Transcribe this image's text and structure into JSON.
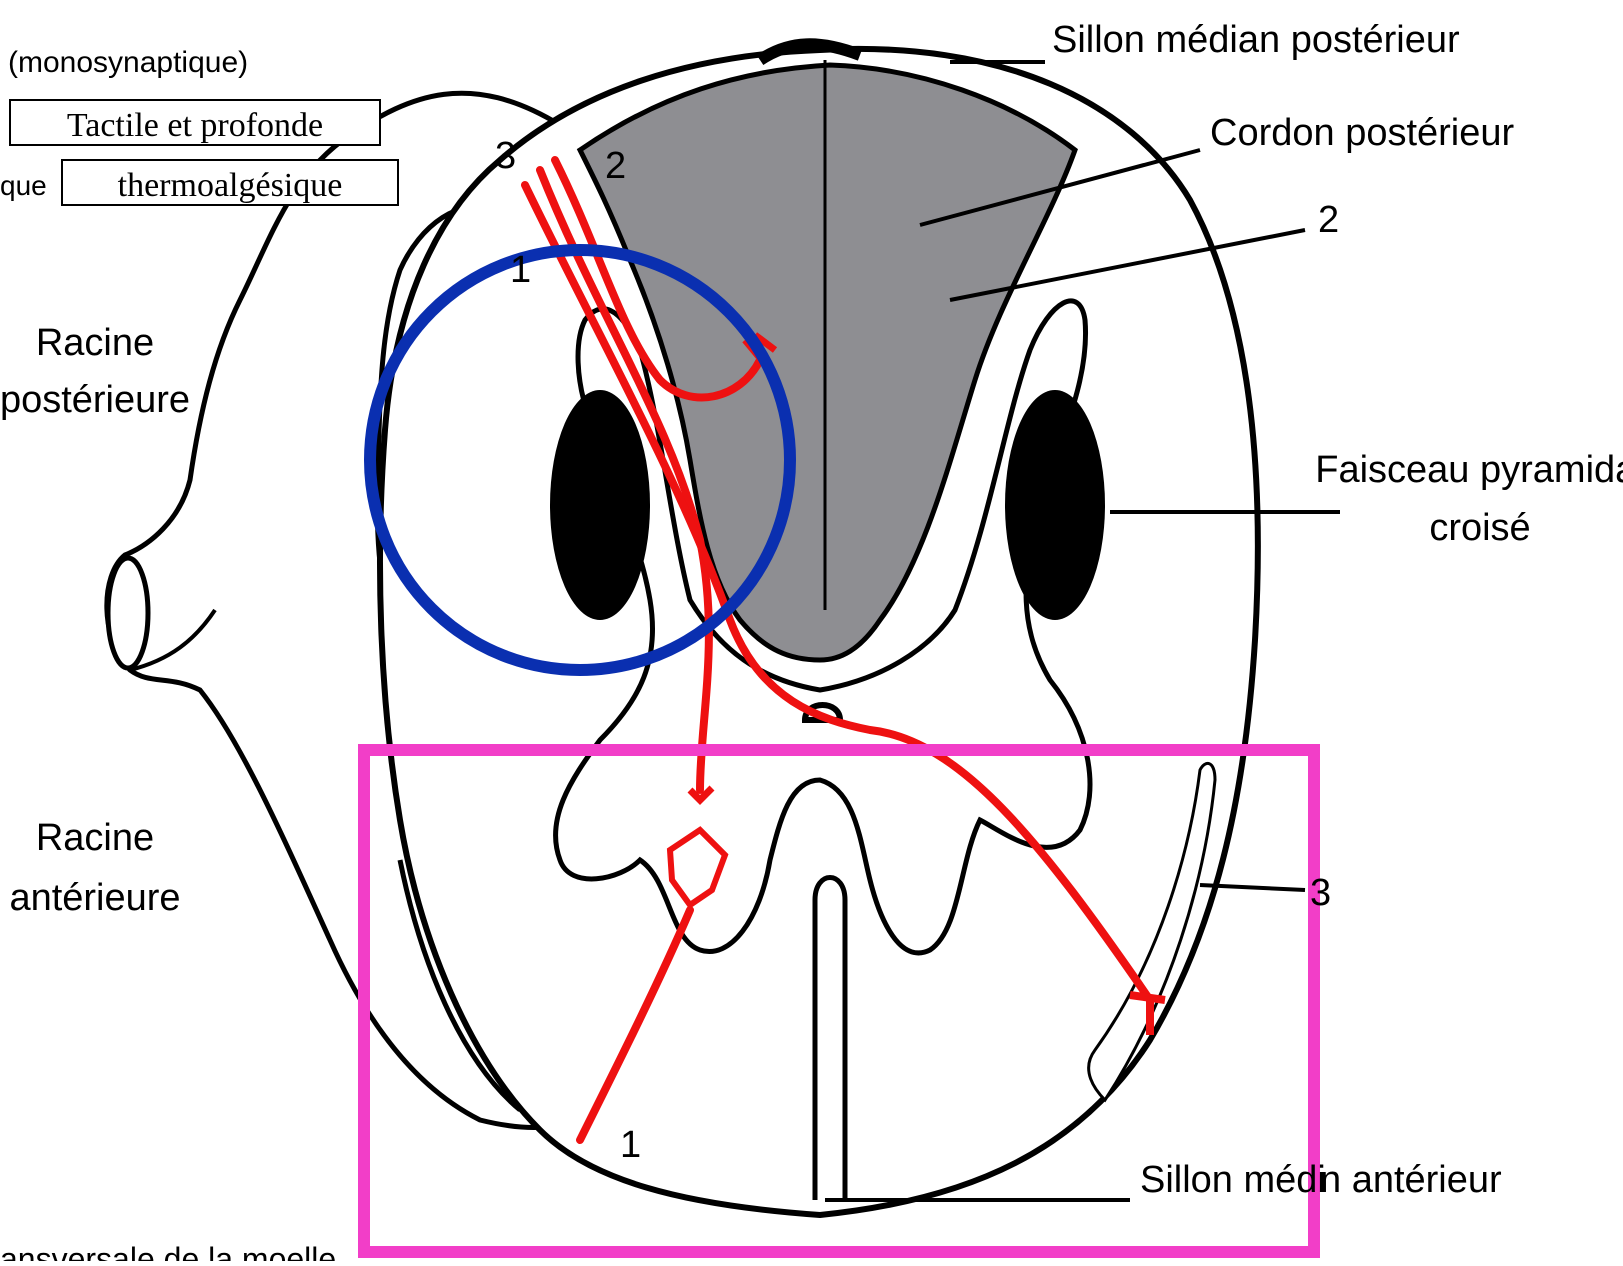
{
  "labels": {
    "monosynaptique": "(monosynaptique)",
    "que_fragment": "que",
    "racine_posterieure_line1": "Racine",
    "racine_posterieure_line2": "postérieure",
    "racine_anterieure_line1": "Racine",
    "racine_anterieure_line2": "antérieure",
    "sillon_median_posterieur": "Sillon médian postérieur",
    "cordon_posterieur": "Cordon postérieur",
    "num_2_right": "2",
    "faisceau_pyramidal_line1": "Faisceau pyramidal",
    "faisceau_pyramidal_line2": "croisé",
    "num_3_right": "3",
    "sillon_median_anterieur_part1": "Sillon médi",
    "sillon_median_anterieur_part2": "n antérieur",
    "bottom_caption_fragment": "ansversale de la moelle",
    "num_3_root": "3",
    "num_2_root": "2",
    "num_1_root": "1",
    "num_1_bottom": "1"
  },
  "boxes": {
    "tactile": "Tactile et profonde",
    "thermo": "thermoalgésique"
  },
  "colors": {
    "outline": "#000000",
    "grey_matter_posterior": "#8e8e92",
    "pathway_red": "#ee1111",
    "circle_blue": "#0a2fb0",
    "rect_magenta": "#f23ec8",
    "fill_black": "#000000"
  }
}
